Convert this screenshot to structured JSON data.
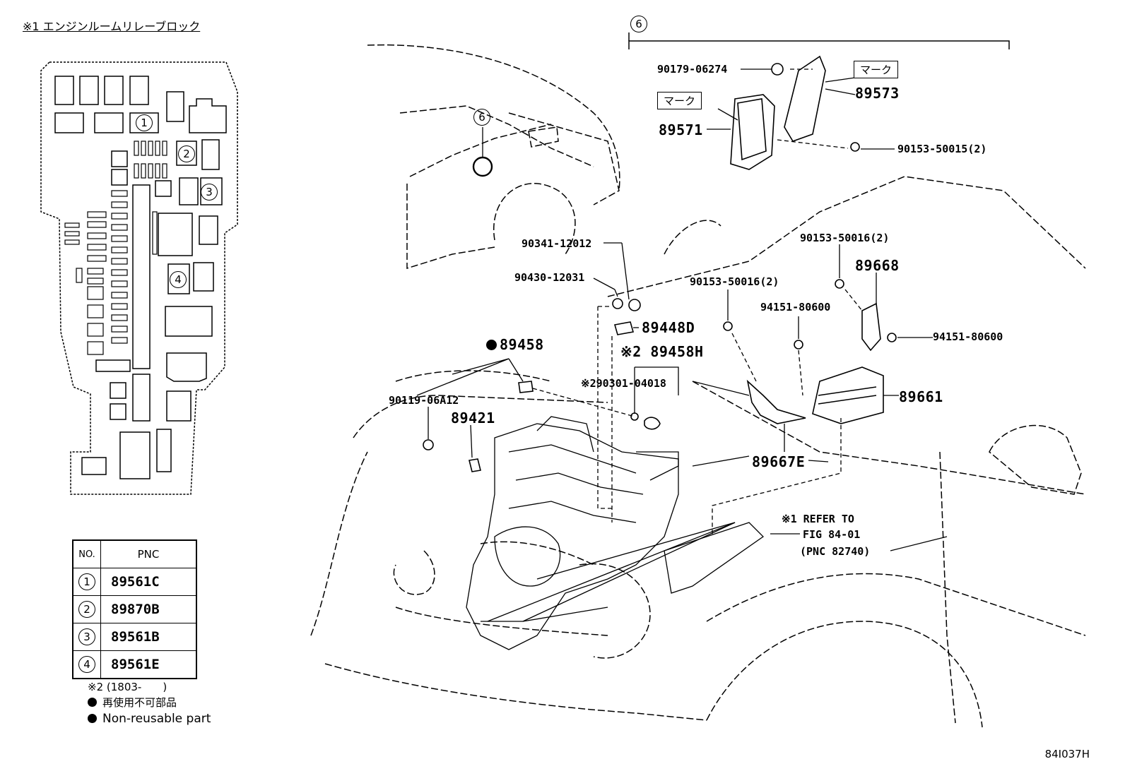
{
  "relay_block": {
    "title": "※1 エンジンルームリレーブロック",
    "markers": [
      "1",
      "2",
      "3",
      "4"
    ]
  },
  "pnc_table": {
    "headers": [
      "NO.",
      "PNC"
    ],
    "rows": [
      {
        "no": "1",
        "pnc": "89561C"
      },
      {
        "no": "2",
        "pnc": "89870B"
      },
      {
        "no": "3",
        "pnc": "89561B"
      },
      {
        "no": "4",
        "pnc": "89561E"
      }
    ]
  },
  "notes": {
    "star2": "※2 (1803-　　)",
    "legend_jp": "再使用不可部品",
    "legend_en": "Non-reusable part"
  },
  "callouts": {
    "group6": "6",
    "mark_label_1": "マーク",
    "mark_label_2": "マーク",
    "p90179": "90179-06274",
    "p89573": "89573",
    "p89571": "89571",
    "p90153_15": "90153-50015(2)",
    "p90341": "90341-12012",
    "p90430": "90430-12031",
    "p89448D": "89448D",
    "p89458": "89458",
    "p89458H": "※2 89458H",
    "p90301": "※290301-04018",
    "p90119": "90119-06A12",
    "p89421": "89421",
    "p90153_16a": "90153-50016(2)",
    "p90153_16b": "90153-50016(2)",
    "p89668": "89668",
    "p94151a": "94151-80600",
    "p94151b": "94151-80600",
    "p89661": "89661",
    "p89667E": "89667E",
    "refer1": "※1 REFER TO",
    "refer2": "FIG 84-01",
    "refer3": "(PNC 82740)"
  },
  "figure_code": "84I037H"
}
